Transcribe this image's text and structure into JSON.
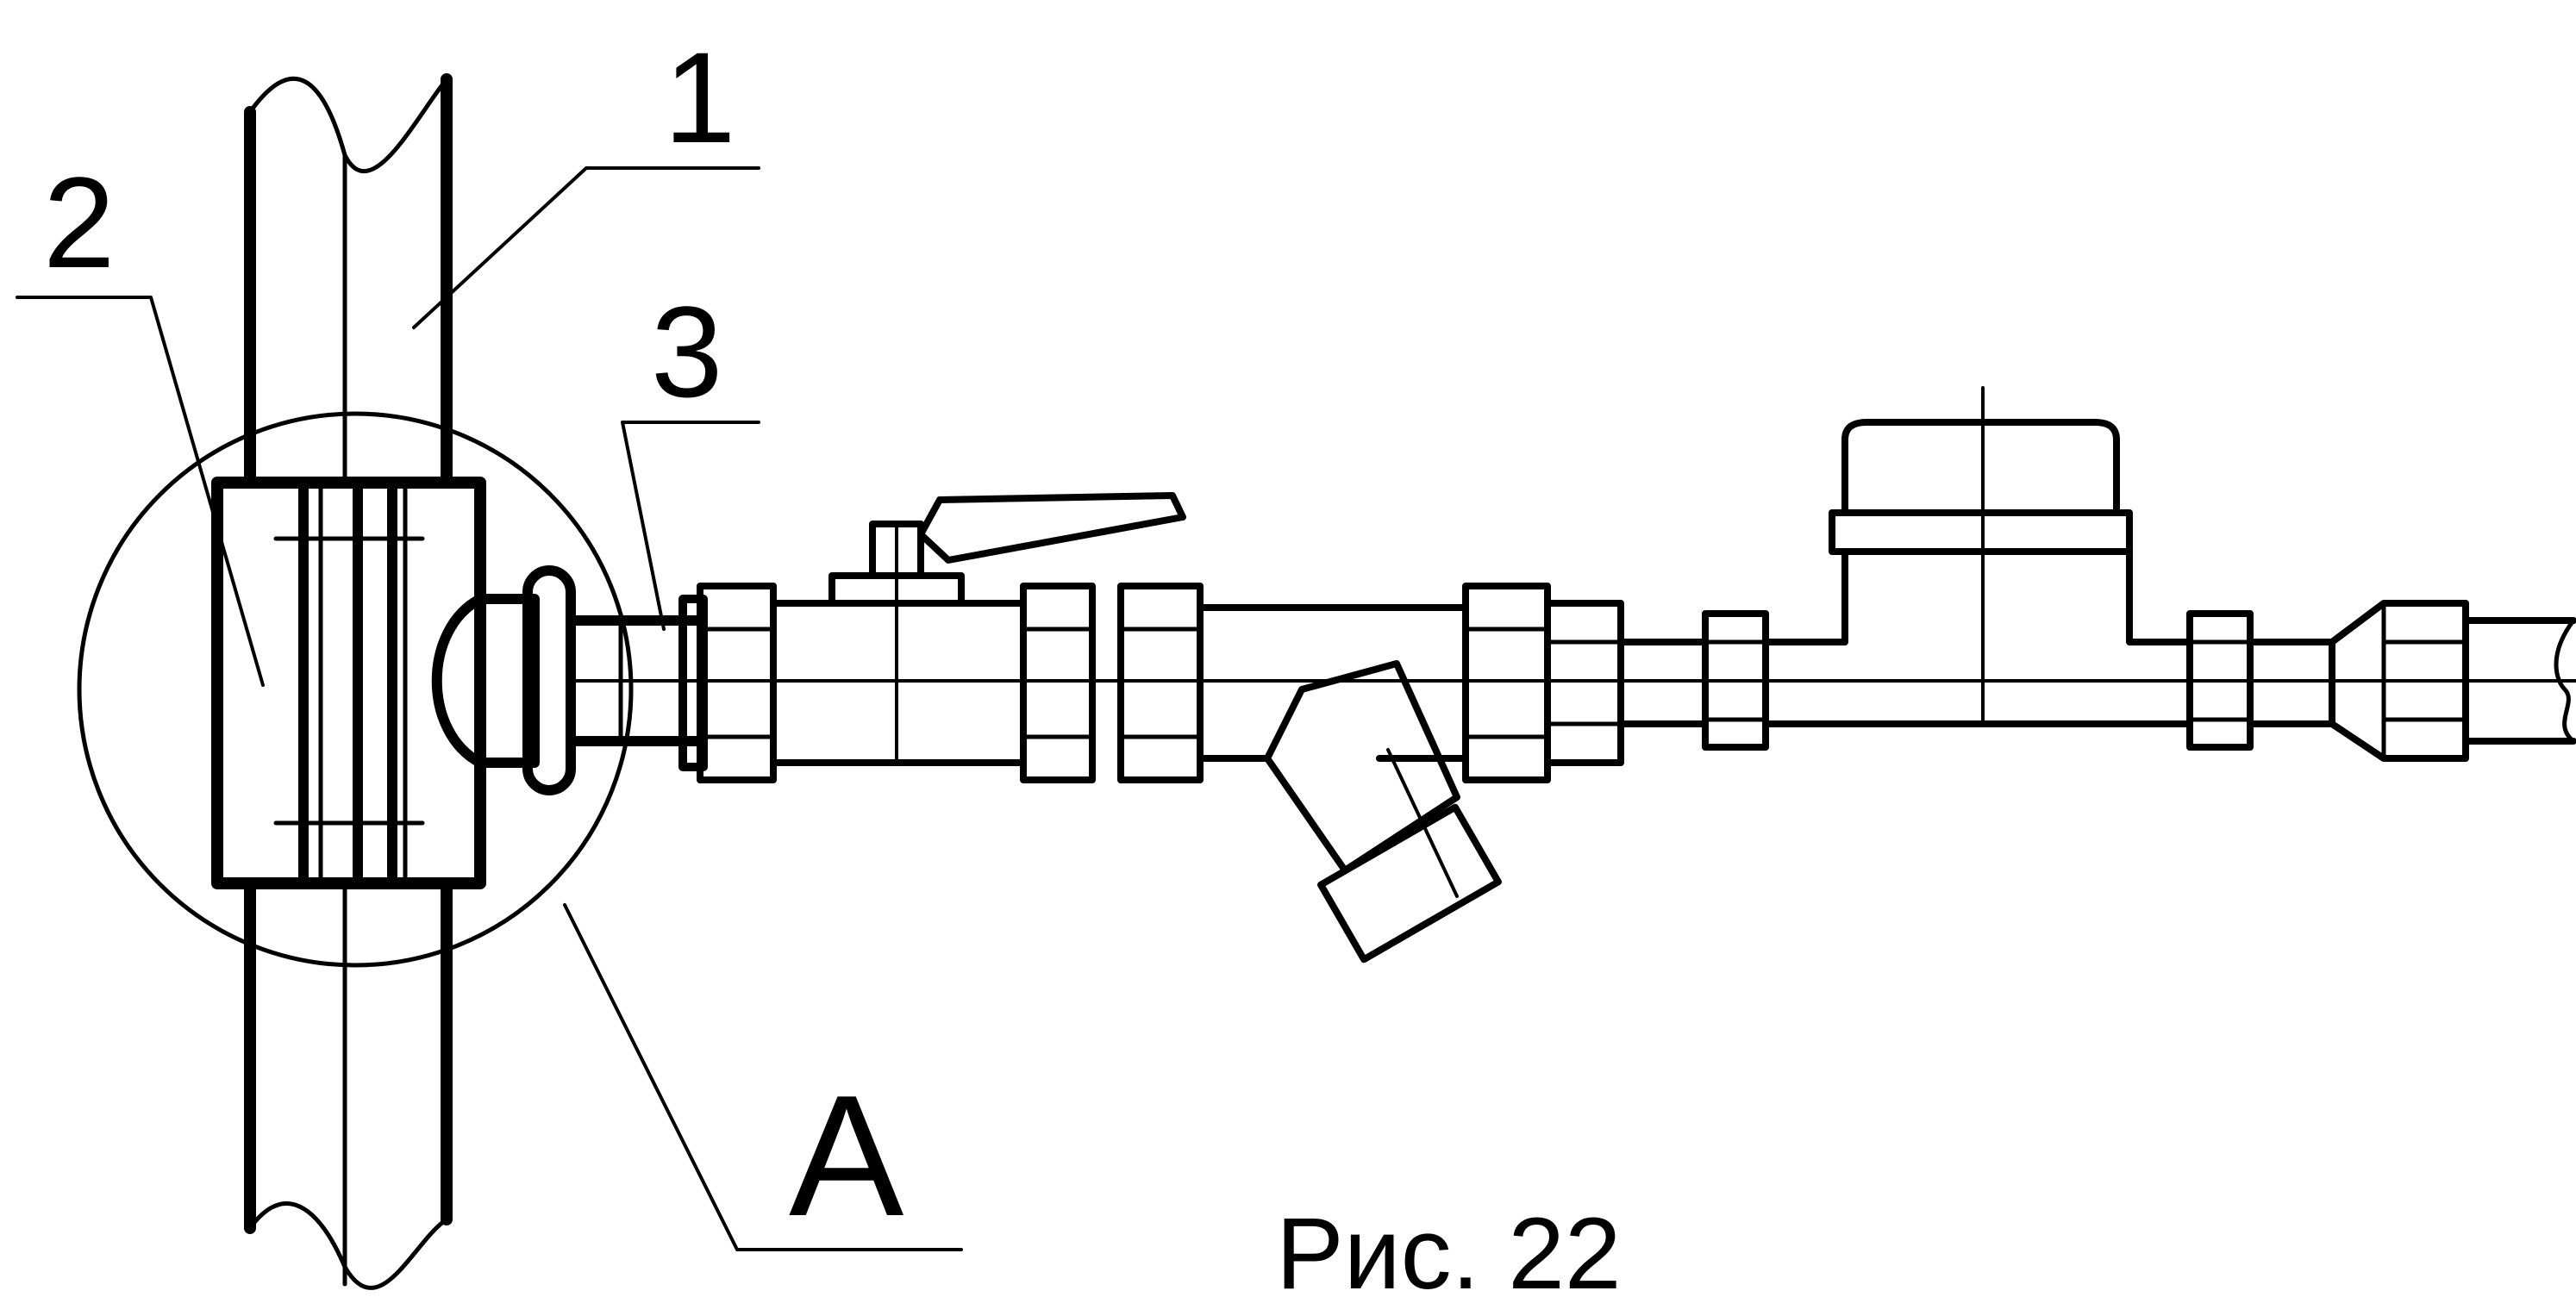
{
  "diagram": {
    "callouts": [
      {
        "id": "1",
        "text": "1"
      },
      {
        "id": "2",
        "text": "2"
      },
      {
        "id": "3",
        "text": "3"
      }
    ],
    "view_label": "A",
    "caption": "Рис. 22"
  },
  "colors": {
    "line": "#000000",
    "background": "#ffffff"
  }
}
